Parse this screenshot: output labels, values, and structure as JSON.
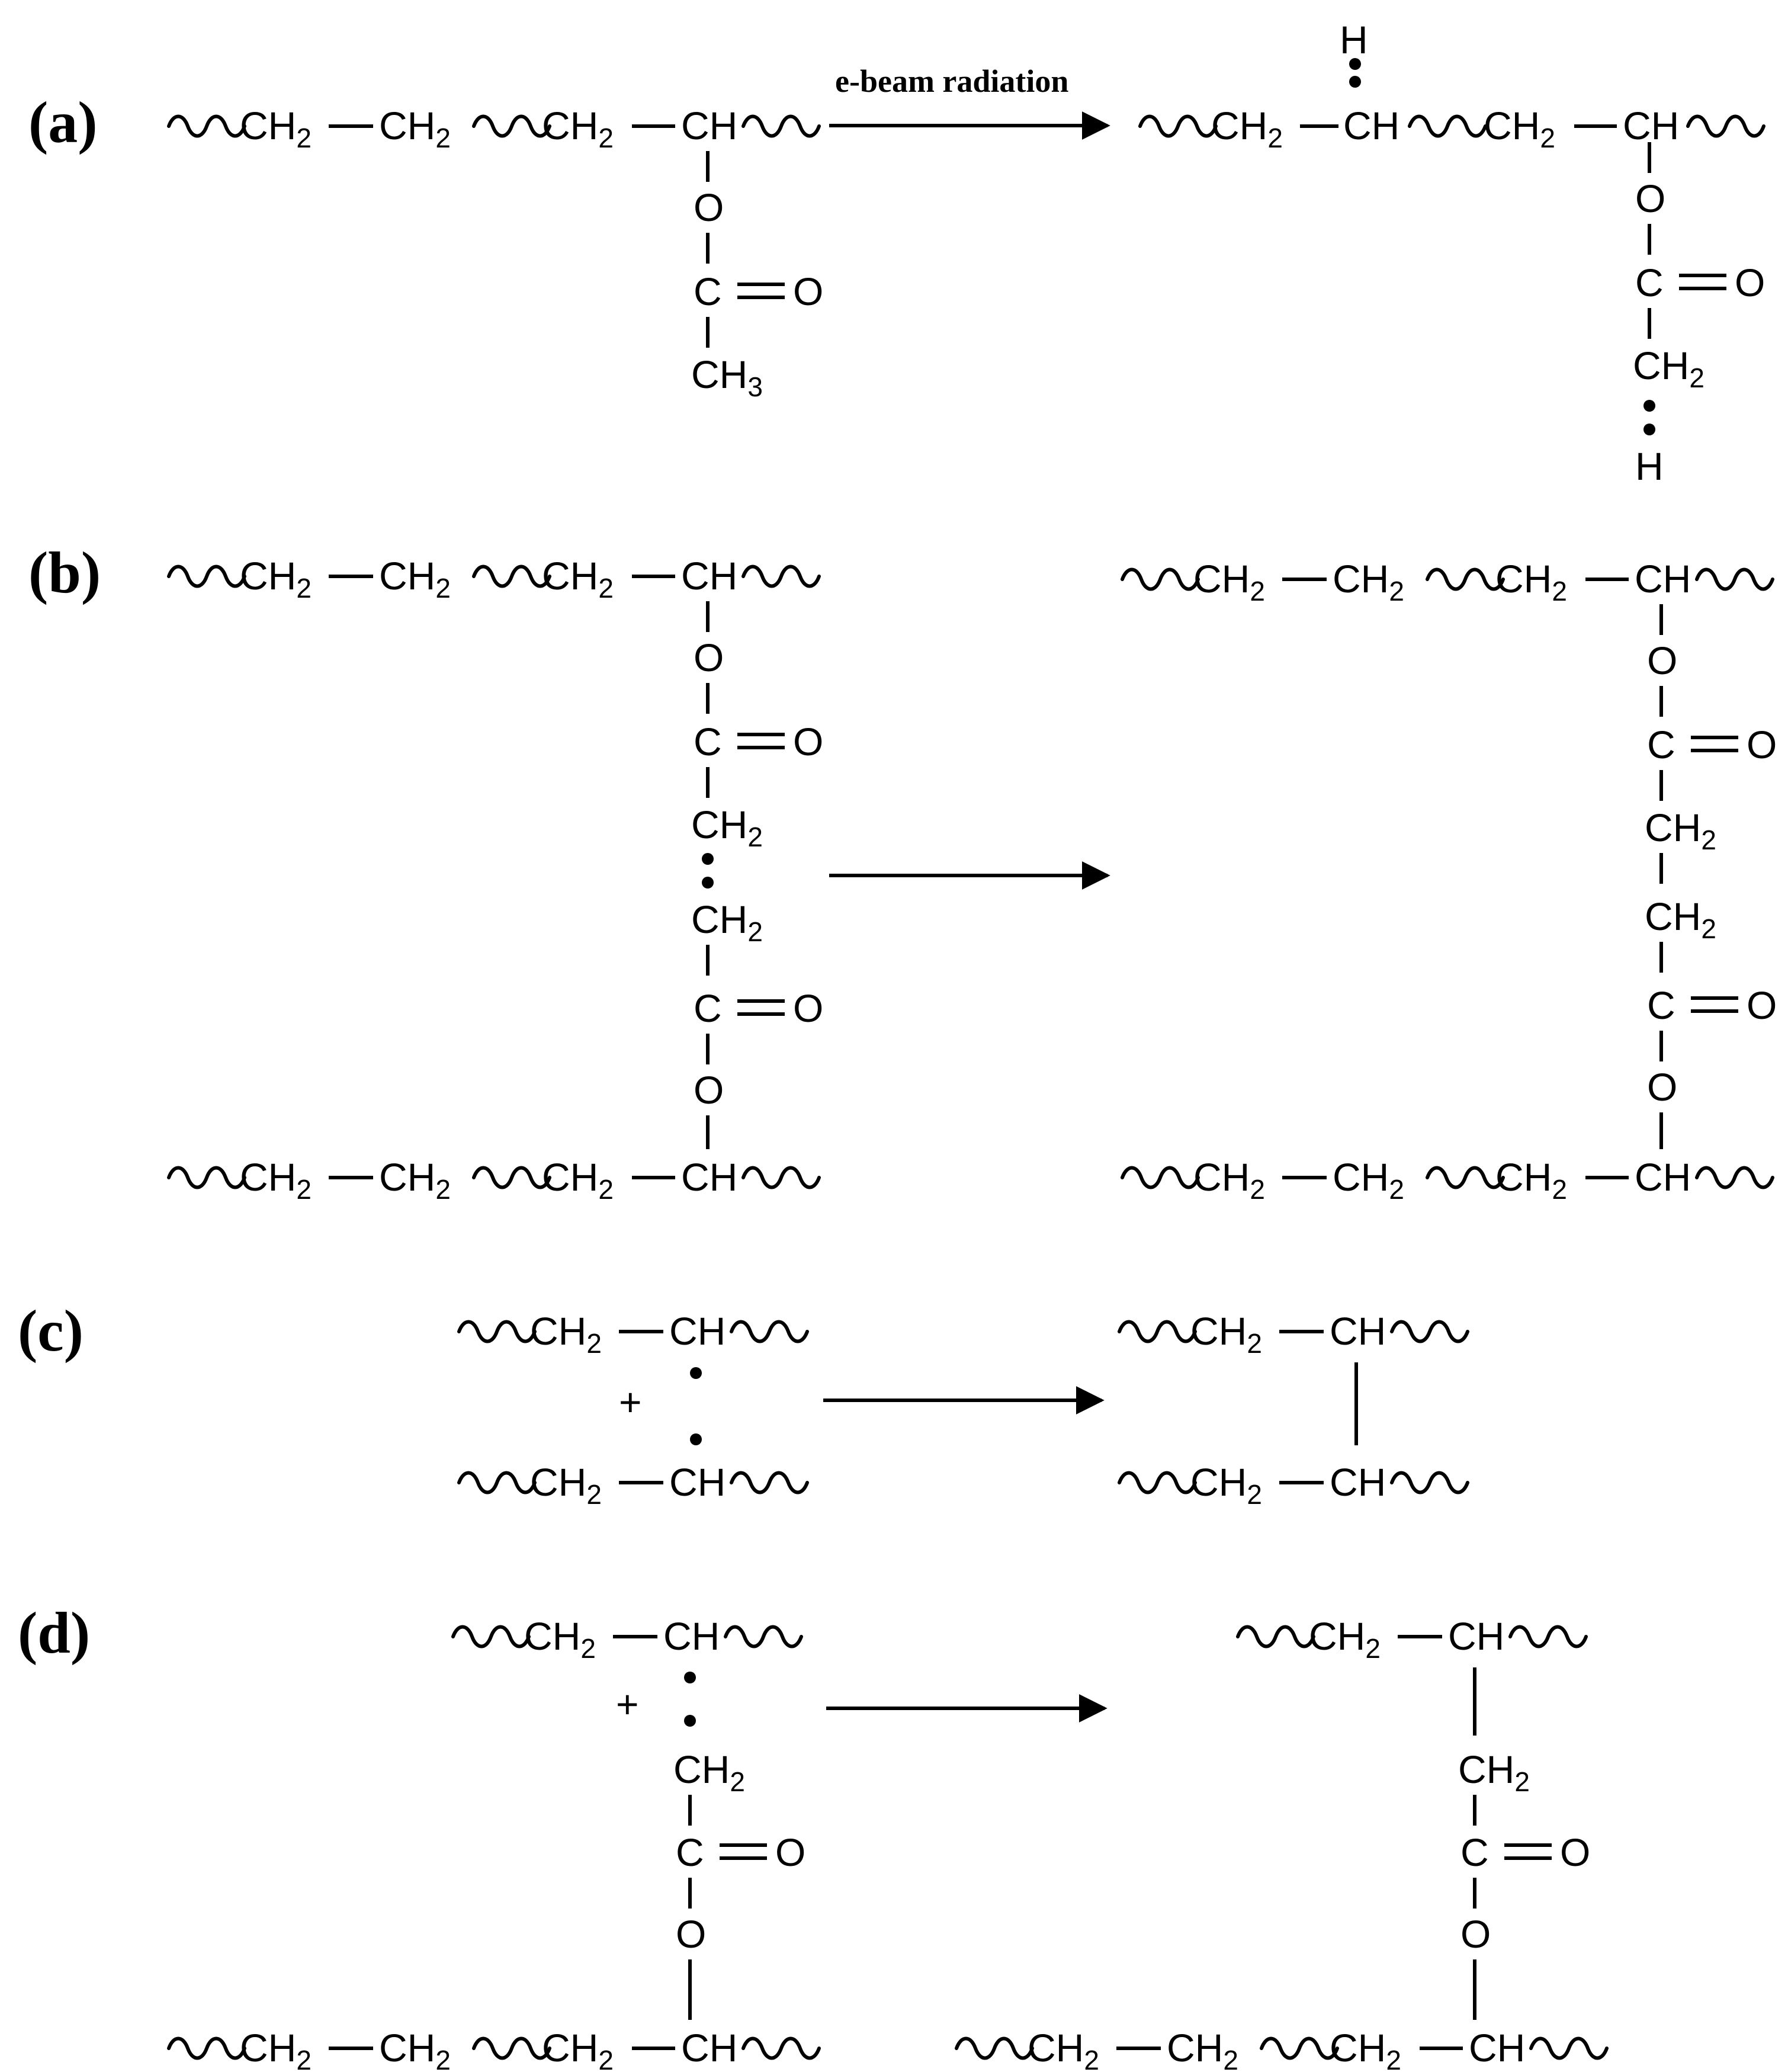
{
  "panel_labels": [
    "(a)",
    "(b)",
    "(c)",
    "(d)"
  ],
  "arrow_label": "e-beam radiation",
  "chem": {
    "ch2": "CH",
    "ch": "CH",
    "ch3": "CH",
    "sub2": "2",
    "sub3": "3",
    "o": "O",
    "c": "C",
    "h": "H",
    "plus": "+"
  }
}
